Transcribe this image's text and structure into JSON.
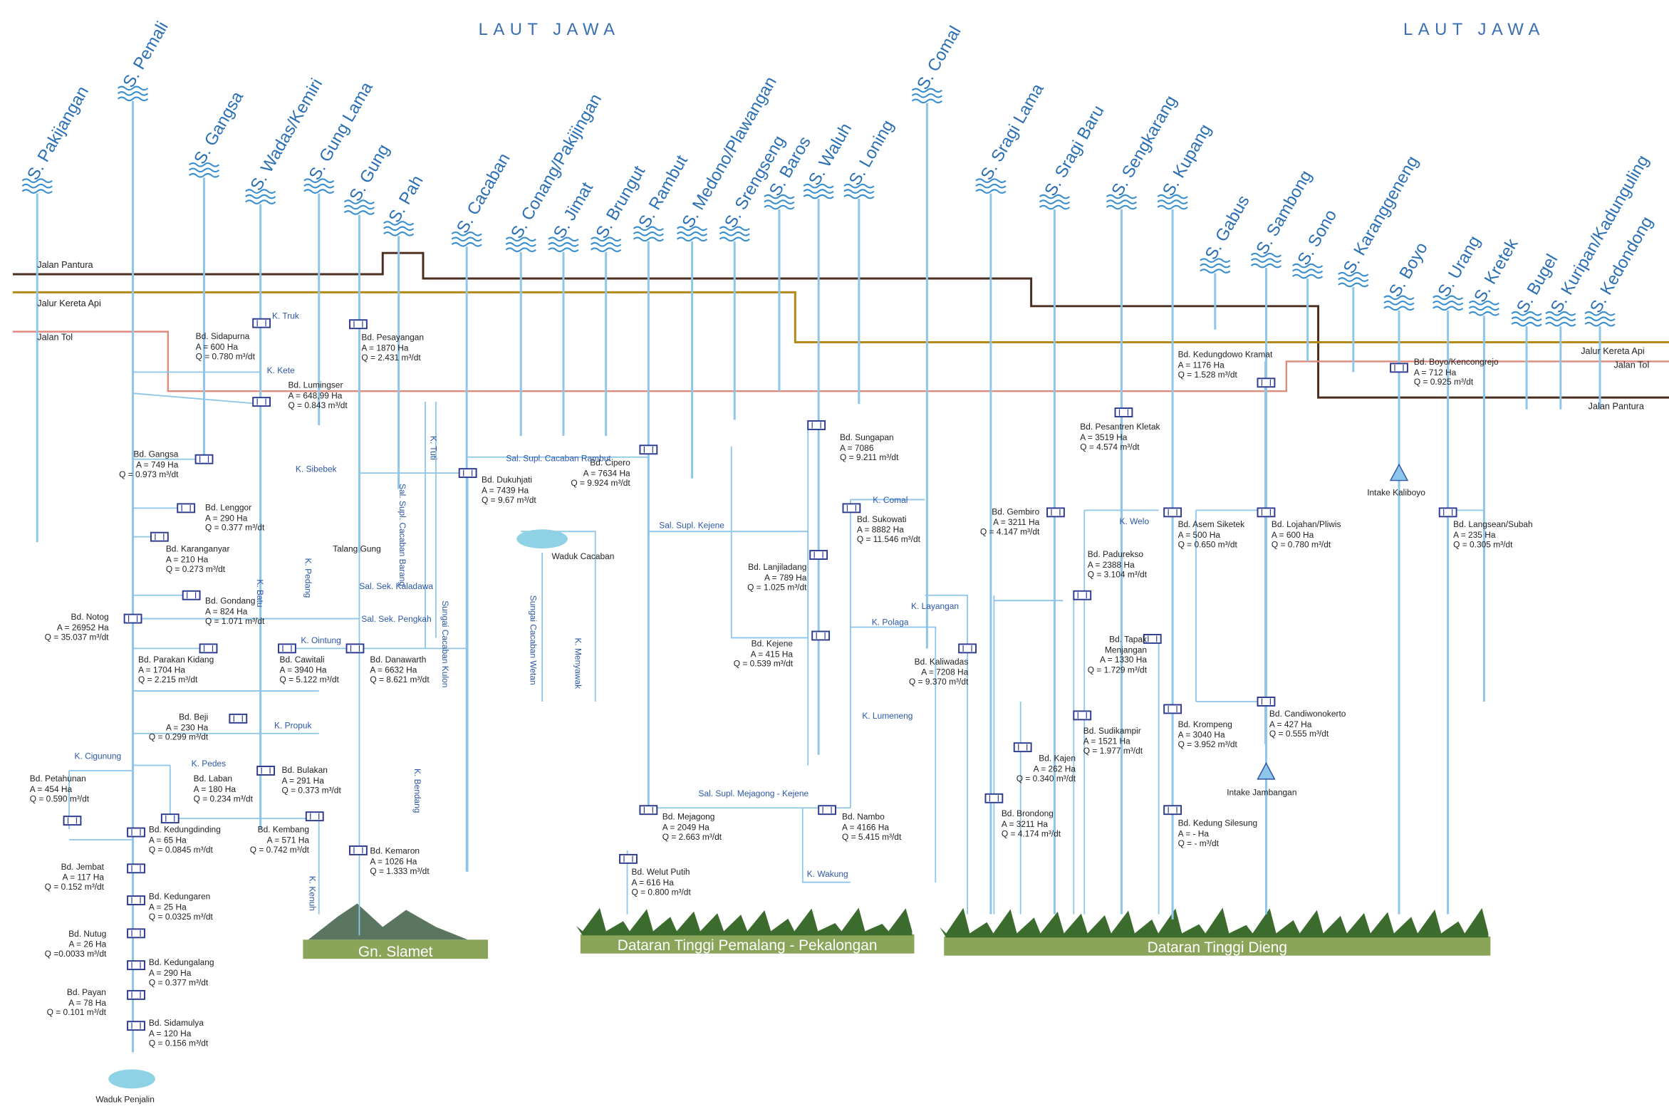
{
  "sea_labels": [
    "LAUT JAWA",
    "LAUT JAWA"
  ],
  "rivers": [
    "S. Pakijangan",
    "S. Pemali",
    "S. Gangsa",
    "S. Wadas/Kemiri",
    "S. Gung Lama",
    "S. Gung",
    "S. Pah",
    "S. Cacaban",
    "S. Conang/Pakijingan",
    "S. Jimat",
    "S. Brungut",
    "S. Rambut",
    "S. Medono/Plawangan",
    "S. Srengseng",
    "S. Baros",
    "S. Waluh",
    "S. Loning",
    "S. Comal",
    "S. Sragi Lama",
    "S. Sragi Baru",
    "S. Sengkarang",
    "S. Kupang",
    "S. Gabus",
    "S. Sambong",
    "S. Sono",
    "S. Karanggeneng",
    "S. Boyo",
    "S. Urang",
    "S. Kretek",
    "S. Bugel",
    "S. Kuripan/Kadunguling",
    "S. Kedondong"
  ],
  "roads": {
    "pantura": "Jalan Pantura",
    "kereta": "Jalur Kereta Api",
    "tol": "Jalan Tol",
    "kereta_r": "Jalur Kereta Api",
    "tol_r": "Jalan Tol",
    "pantura_r": "Jalan Pantura"
  },
  "weirs": [
    {
      "lines": [
        "Bd. Sidapurna",
        "A = 600 Ha",
        "Q = 0.780 m³/dt"
      ]
    },
    {
      "lines": [
        "Bd. Pesayangan",
        "A = 1870 Ha",
        "Q = 2.431 m³/dt"
      ]
    },
    {
      "lines": [
        "Bd. Lumingser",
        "A = 648,99 Ha",
        "Q = 0.843 m³/dt"
      ]
    },
    {
      "lines": [
        "Bd. Gangsa",
        "A = 749 Ha",
        "Q = 0.973 m³/dt"
      ]
    },
    {
      "lines": [
        "Bd. Lenggor",
        "A = 290 Ha",
        "Q = 0.377 m³/dt"
      ]
    },
    {
      "lines": [
        "Bd. Karanganyar",
        "A = 210 Ha",
        "Q = 0.273 m³/dt"
      ]
    },
    {
      "lines": [
        "Bd. Gondang",
        "A = 824 Ha",
        "Q = 1.071 m³/dt"
      ]
    },
    {
      "lines": [
        "Bd. Notog",
        "A = 26952 Ha",
        "Q = 35.037 m³/dt"
      ]
    },
    {
      "lines": [
        "Bd. Parakan Kidang",
        "A = 1704 Ha",
        "Q = 2.215 m³/dt"
      ]
    },
    {
      "lines": [
        "Bd. Cawitali",
        "A = 3940 Ha",
        "Q = 5.122 m³/dt"
      ]
    },
    {
      "lines": [
        "Bd. Danawarth",
        "A = 6632 Ha",
        "Q = 8.621 m³/dt"
      ]
    },
    {
      "lines": [
        "Bd. Beji",
        "A = 230 Ha",
        "Q = 0.299 m³/dt"
      ]
    },
    {
      "lines": [
        "Bd. Petahunan",
        "A = 454 Ha",
        "Q = 0.590 m³/dt"
      ]
    },
    {
      "lines": [
        "Bd. Laban",
        "A = 180 Ha",
        "Q = 0.234 m³/dt"
      ]
    },
    {
      "lines": [
        "Bd. Bulakan",
        "A = 291 Ha",
        "Q = 0.373 m³/dt"
      ]
    },
    {
      "lines": [
        "Bd. Kedungdinding",
        "A = 65 Ha",
        "Q = 0.0845 m³/dt"
      ]
    },
    {
      "lines": [
        "Bd. Kembang",
        "A = 571 Ha",
        "Q = 0.742 m³/dt"
      ]
    },
    {
      "lines": [
        "Bd. Jembat",
        "A = 117 Ha",
        "Q = 0.152 m³/dt"
      ]
    },
    {
      "lines": [
        "Bd. Kedungaren",
        "A = 25 Ha",
        "Q = 0.0325 m³/dt"
      ]
    },
    {
      "lines": [
        "Bd. Nutug",
        "A = 26 Ha",
        "Q =0.0033 m³/dt"
      ]
    },
    {
      "lines": [
        "Bd. Kedungalang",
        "A = 290 Ha",
        "Q = 0.377 m³/dt"
      ]
    },
    {
      "lines": [
        "Bd. Payan",
        "A = 78 Ha",
        "Q = 0.101 m³/dt"
      ]
    },
    {
      "lines": [
        "Bd. Sidamulya",
        "A = 120 Ha",
        "Q = 0.156 m³/dt"
      ]
    },
    {
      "lines": [
        "Bd. Kemaron",
        "A = 1026 Ha",
        "Q = 1.333 m³/dt"
      ]
    },
    {
      "lines": [
        "Bd. Dukuhjati",
        "A = 7439 Ha",
        "Q = 9.67 m³/dt"
      ]
    },
    {
      "lines": [
        "Bd. Cipero",
        "A = 7634 Ha",
        "Q = 9.924 m³/dt"
      ]
    },
    {
      "lines": [
        "Bd. Sungapan",
        "A = 7086",
        "Q = 9.211 m³/dt"
      ]
    },
    {
      "lines": [
        "Bd. Sukowati",
        "A = 8882 Ha",
        "Q = 11.546 m³/dt"
      ]
    },
    {
      "lines": [
        "Bd. Lanjiladang",
        "A = 789 Ha",
        "Q = 1.025 m³/dt"
      ]
    },
    {
      "lines": [
        "Bd. Kejene",
        "A = 415 Ha",
        "Q = 0.539 m³/dt"
      ]
    },
    {
      "lines": [
        "Bd. Mejagong",
        "A = 2049 Ha",
        "Q = 2.663 m³/dt"
      ]
    },
    {
      "lines": [
        "Bd. Nambo",
        "A = 4166 Ha",
        "Q = 5.415 m³/dt"
      ]
    },
    {
      "lines": [
        "Bd. Welut Putih",
        "A = 616 Ha",
        "Q = 0.800 m³/dt"
      ]
    },
    {
      "lines": [
        "Bd. Gembiro",
        "A = 3211 Ha",
        "Q = 4.147 m³/dt"
      ]
    },
    {
      "lines": [
        "Bd. Kaliwadas",
        "A = 7208 Ha",
        "Q = 9.370 m³/dt"
      ]
    },
    {
      "lines": [
        "Bd. Kajen",
        "A = 262 Ha",
        "Q = 0.340 m³/dt"
      ]
    },
    {
      "lines": [
        "Bd. Brondong",
        "A = 3211 Ha",
        "Q = 4.174 m³/dt"
      ]
    },
    {
      "lines": [
        "Bd. Pesantren Kletak",
        "A = 3519 Ha",
        "Q = 4.574 m³/dt"
      ]
    },
    {
      "lines": [
        "Bd. Padurekso",
        "A = 2388 Ha",
        "Q = 3.104 m³/dt"
      ]
    },
    {
      "lines": [
        "Bd. Tapak",
        "Menjangan",
        "A = 1330 Ha",
        "Q = 1.729 m³/dt"
      ]
    },
    {
      "lines": [
        "Bd. Sudikampir",
        "A = 1521 Ha",
        "Q = 1.977 m³/dt"
      ]
    },
    {
      "lines": [
        "Bd. Kedungdowo Kramat",
        "A = 1176 Ha",
        "Q = 1.528 m³/dt"
      ]
    },
    {
      "lines": [
        "Bd. Asem Siketek",
        "A = 500 Ha",
        "Q = 0.650 m³/dt"
      ]
    },
    {
      "lines": [
        "Bd. Lojahan/Pliwis",
        "A = 600 Ha",
        "Q = 0.780 m³/dt"
      ]
    },
    {
      "lines": [
        "Bd. Krompeng",
        "A = 3040 Ha",
        "Q = 3.952 m³/dt"
      ]
    },
    {
      "lines": [
        "Bd. Candiwonokerto",
        "A = 427 Ha",
        "Q = 0.555 m³/dt"
      ]
    },
    {
      "lines": [
        "Bd. Kedung Silesung",
        "A = - Ha",
        "Q = - m³/dt"
      ]
    },
    {
      "lines": [
        "Bd. Boyo/Kencongrejo",
        "A = 712 Ha",
        "Q = 0.925 m³/dt"
      ]
    },
    {
      "lines": [
        "Bd. Langsean/Subah",
        "A = 235 Ha",
        "Q = 0.305 m³/dt"
      ]
    }
  ],
  "channels": [
    "K. Truk",
    "K. Kete",
    "K. Sibebek",
    "K. Tuti",
    "K. Pedang",
    "K. Batu",
    "K. Ointung",
    "K. Propuk",
    "K. Cigunung",
    "K. Pedes",
    "K. Kenuh",
    "K. Bendang",
    "Sal. Sek. Kaladawa",
    "Sal. Sek. Pengkah",
    "Sal. Supl. Cacaban Barang",
    "Sungai Cacaban Kulon",
    "Sungai Cacaban Wetan",
    "K. Menyawak",
    "Sal. Supl. Cacaban Rambut",
    "Sal. Supl. Kejene",
    "Sal. Supl. Mejagong - Kejene",
    "K. Comal",
    "K. Polaga",
    "K. Layangan",
    "K. Lumeneng",
    "K. Wakung",
    "K. Welo"
  ],
  "places": {
    "talang": "Talang Gung",
    "waduk_cacaban": "Waduk Cacaban",
    "waduk_penjalin": "Waduk Penjalin",
    "intake_kaliboyo": "Intake Kaliboyo",
    "intake_jambangan": "Intake Jambangan"
  },
  "regions": [
    "Gn. Slamet",
    "Dataran Tinggi Pemalang - Pekalongan",
    "Dataran Tinggi Dieng"
  ],
  "weir_icon": "sluice-icon",
  "colors": {
    "river": "#8ec5ea",
    "pantura": "#4a2e1e",
    "kereta": "#b38a1a",
    "tol": "#e08a7e",
    "label_blue": "#2c57a8",
    "hills": "#3c6b2e",
    "band": "#8aa45a"
  }
}
